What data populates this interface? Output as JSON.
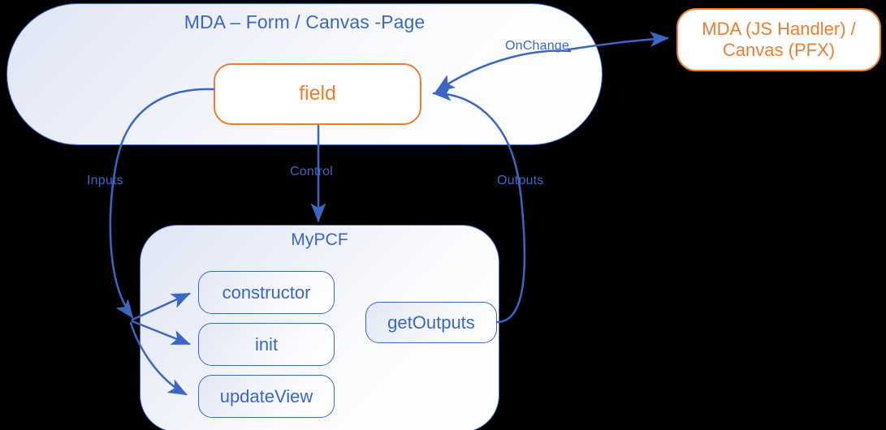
{
  "meta": {
    "title": "PCF control lifecycle diagram",
    "background_color": "#000000"
  },
  "palette": {
    "blue": "#3B66C4",
    "orange": "#ED7D31",
    "container_fill": "#eef1f9",
    "box_fill": "#ffffff"
  },
  "containers": {
    "mda": {
      "title": "MDA – Form / Canvas -Page"
    },
    "mypcf": {
      "title": "MyPCF"
    }
  },
  "nodes": {
    "field": {
      "label": "field"
    },
    "handler": {
      "label_line1": "MDA (JS Handler) /",
      "label_line2": "Canvas (PFX)"
    },
    "constructor": {
      "label": "constructor"
    },
    "init": {
      "label": "init"
    },
    "update_view": {
      "label": "updateView"
    },
    "get_outputs": {
      "label": "getOutputs"
    }
  },
  "edges": [
    {
      "id": "inputs",
      "label": "Inputs",
      "from": "field",
      "to": "constructor, init, updateView"
    },
    {
      "id": "control",
      "label": "Control",
      "from": "field",
      "to": "MyPCF"
    },
    {
      "id": "outputs",
      "label": "Outputs",
      "from": "getOutputs",
      "to": "field"
    },
    {
      "id": "onchange",
      "label": "OnChange",
      "from": "field",
      "to": "MDA (JS Handler) / Canvas (PFX)"
    }
  ]
}
